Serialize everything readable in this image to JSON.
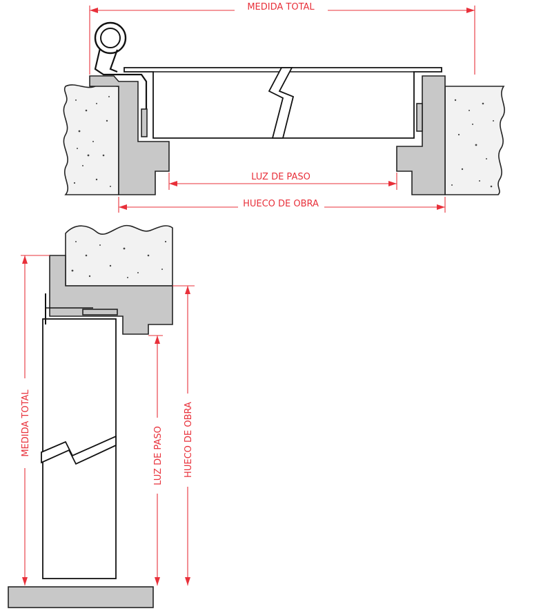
{
  "dimensions": {
    "plan": {
      "medida_total": "MEDIDA TOTAL",
      "luz_de_paso": "LUZ DE PASO",
      "hueco_de_obra": "HUECO DE OBRA"
    },
    "section": {
      "medida_total": "MEDIDA TOTAL",
      "luz_de_paso": "LUZ DE PASO",
      "hueco_de_obra": "HUECO DE OBRA"
    }
  },
  "colors": {
    "dimension": "#e8303a",
    "frame": "#c8c8c8",
    "wall": "#f2f2f2",
    "outline": "#222222"
  }
}
